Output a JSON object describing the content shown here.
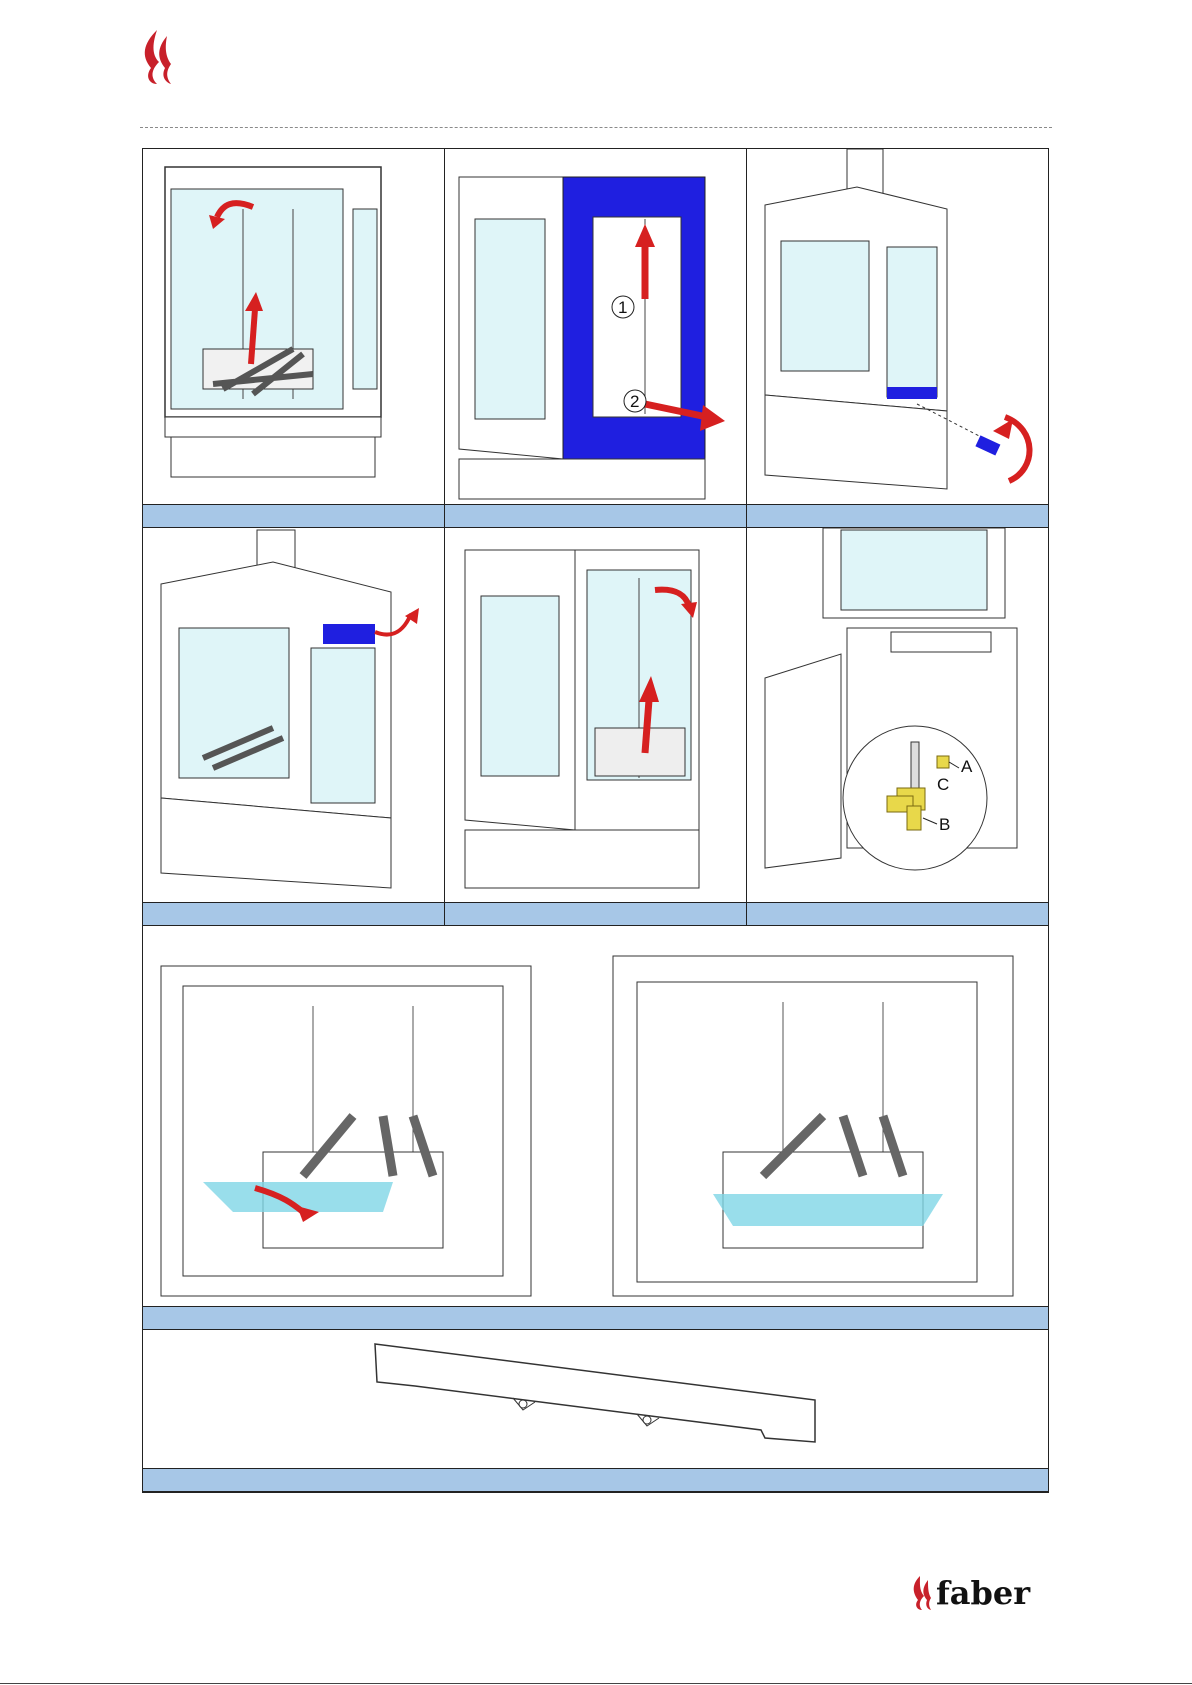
{
  "brand": {
    "name": "faber"
  },
  "figures": {
    "panel2": {
      "callout_1": "1",
      "callout_2": "2"
    },
    "panel6": {
      "label_a": "A",
      "label_b": "B",
      "label_c": "C"
    }
  },
  "colors": {
    "caption_bar": "#a7c7e7",
    "highlight_blue": "#1f1fe0",
    "glass": "#dff5f8",
    "arrow_red": "#d62020",
    "brass": "#e8d84a",
    "cyan_highlight": "#7fd6e6",
    "brand_red": "#c8202a"
  }
}
